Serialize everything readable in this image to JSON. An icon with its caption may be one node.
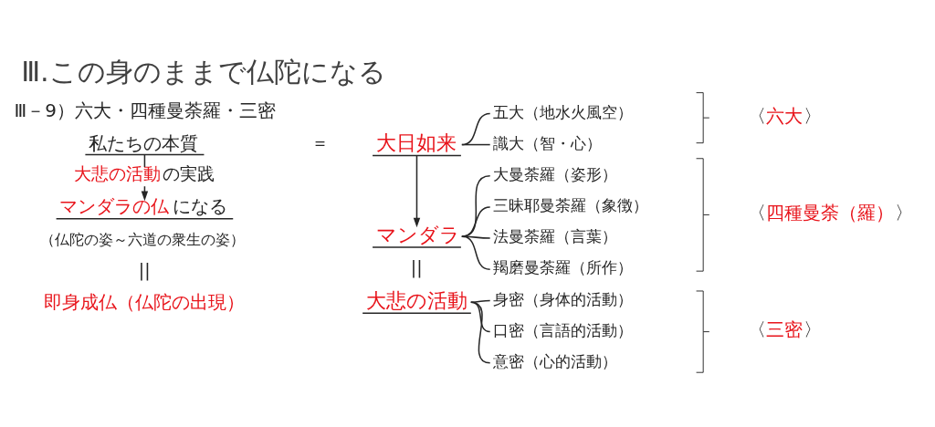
{
  "diagram": {
    "title": "Ⅲ.この身のままで仏陀になる",
    "nodes": [
      {
        "text": [
          "私たちの本質"
        ]
      },
      {
        "text": [
          "大日如来"
        ]
      },
      {
        "text": [
          "五大（地水火風空）"
        ]
      },
      {
        "text": [
          "識大（智・心）"
        ]
      },
      {
        "text": [
          "〈六大〉"
        ]
      },
      {
        "text": [
          "大悲の活動の実践"
        ]
      },
      {
        "text": [
          "マンダラ"
        ]
      },
      {
        "text": [
          "大曼荼羅（姿形）"
        ]
      },
      {
        "text": [
          "三昧耶曼荼羅（象徴）"
        ]
      },
      {
        "text": [
          "法曼荼羅（言葉）"
        ]
      },
      {
        "text": [
          "羯磨曼荼羅（所作）"
        ]
      },
      {
        "text": [
          "〈四種曼荼（羅）〉"
        ]
      },
      {
        "text": [
          "マンダラの仏になる"
        ],
        "beside": [
          "（仏陀の姿～六道の衆生の姿）"
        ]
      },
      {
        "text": [
          "大悲の活動"
        ]
      },
      {
        "text": [
          "身密（身体的活動）"
        ]
      },
      {
        "text": [
          "口密（言語的活動）"
        ]
      },
      {
        "text": [
          "意密（心的活動）"
        ]
      },
      {
        "text": [
          "〈三密〉"
        ]
      },
      {
        "text": [
          "即身成仏（仏陀の出現）"
        ]
      }
    ],
    "edges": [
      {
        "from": 0,
        "to": 5,
        "arrow": "none"
      },
      {
        "from": 1,
        "to": 2,
        "arrow": "none"
      },
      {
        "from": 1,
        "to": 3,
        "arrow": "none"
      },
      {
        "from": 1,
        "to": 6,
        "arrow": "to"
      },
      {
        "from": 5,
        "to": 12,
        "arrow": "to"
      },
      {
        "from": 6,
        "to": 7,
        "arrow": "none"
      },
      {
        "from": 6,
        "to": 8,
        "arrow": "none"
      },
      {
        "from": 6,
        "to": 9,
        "arrow": "none"
      },
      {
        "from": 6,
        "to": 10,
        "arrow": "none"
      },
      {
        "from": 13,
        "to": 14,
        "arrow": "none"
      },
      {
        "from": 13,
        "to": 15,
        "arrow": "none"
      },
      {
        "from": 13,
        "to": 16,
        "arrow": "none"
      }
    ],
    "labels": [
      "Ⅲ－9）六大・四種曼荼羅・三密",
      "＝",
      "||",
      "||"
    ]
  }
}
